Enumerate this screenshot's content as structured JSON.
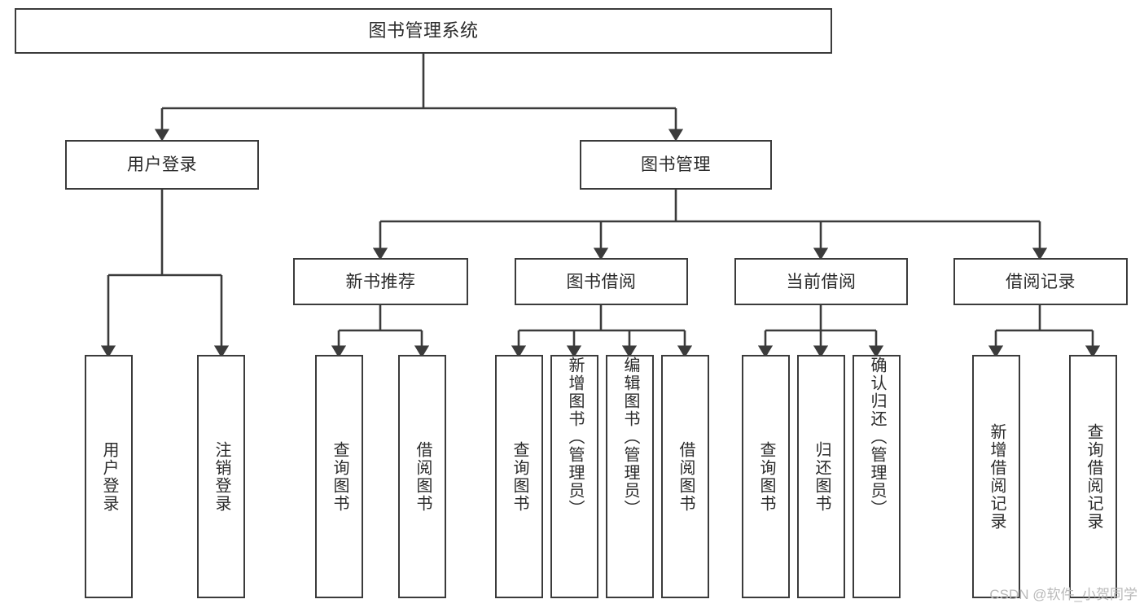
{
  "diagram": {
    "title": "图书管理系统",
    "type": "tree-hierarchy-chart",
    "colors": {
      "stroke": "#3b3b3b",
      "fill": "#ffffff",
      "text": "#2b2b2b",
      "watermark": "#b9b9b9"
    }
  },
  "root": {
    "label": "图书管理系统"
  },
  "level2": [
    {
      "label": "用户登录"
    },
    {
      "label": "图书管理"
    }
  ],
  "level3": [
    {
      "label": "新书推荐"
    },
    {
      "label": "图书借阅"
    },
    {
      "label": "当前借阅"
    },
    {
      "label": "借阅记录"
    }
  ],
  "leaves": {
    "user_login": [
      {
        "label": "用户登录"
      },
      {
        "label": "注销登录"
      }
    ],
    "new_book_recommend": [
      {
        "label": "查询图书"
      },
      {
        "label": "借阅图书"
      }
    ],
    "book_borrow": [
      {
        "label": "查询图书"
      },
      {
        "label": "新增图书（管理员）"
      },
      {
        "label": "编辑图书（管理员）"
      },
      {
        "label": "借阅图书"
      }
    ],
    "current_borrow": [
      {
        "label": "查询图书"
      },
      {
        "label": "归还图书"
      },
      {
        "label": "确认归还（管理员）"
      }
    ],
    "borrow_records": [
      {
        "label": "新增借阅记录"
      },
      {
        "label": "查询借阅记录"
      }
    ]
  },
  "watermark": {
    "text": "CSDN @软件_小贺同学"
  }
}
